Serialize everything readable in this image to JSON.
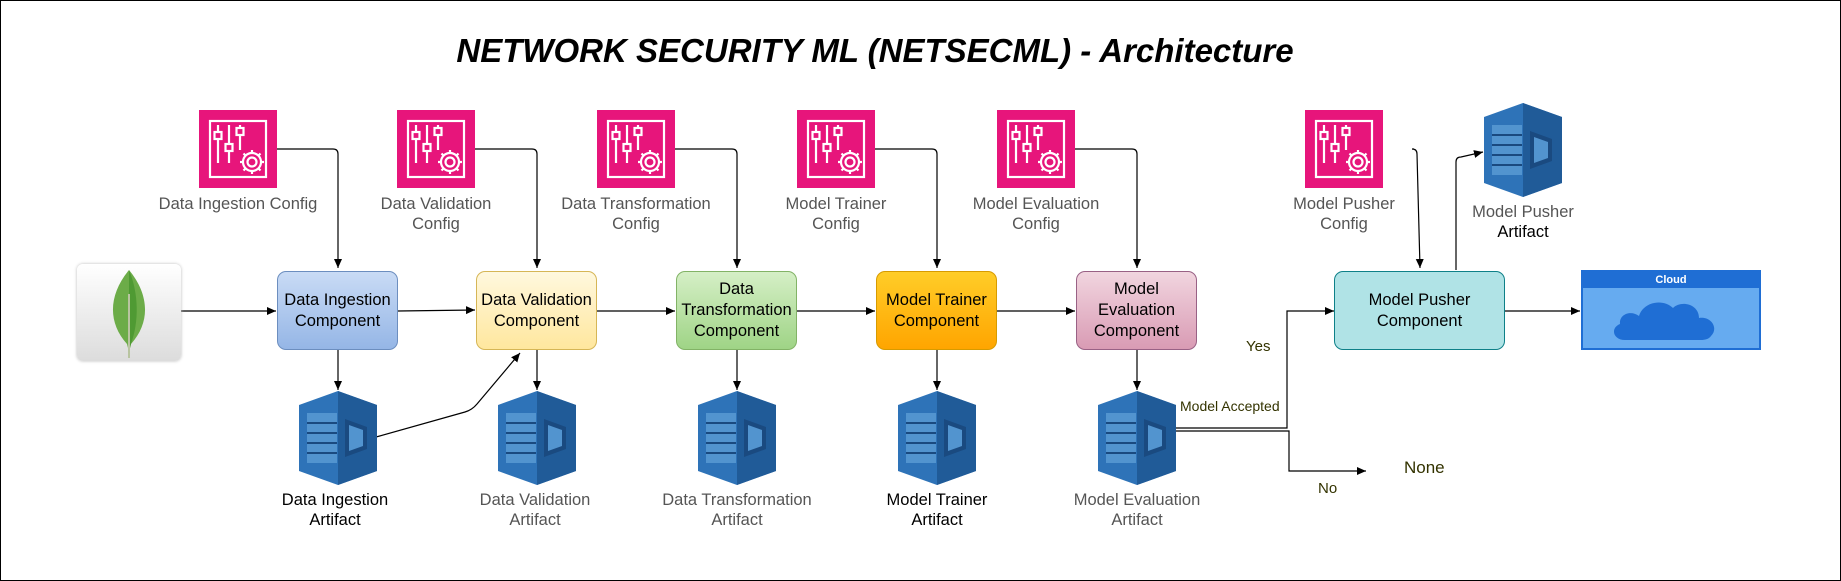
{
  "title": "NETWORK SECURITY ML (NETSECML) - Architecture",
  "configs": {
    "ingestion": "Data Ingestion Config",
    "validation": [
      "Data Validation",
      "Config"
    ],
    "transformation": [
      "Data Transformation",
      "Config"
    ],
    "trainer": [
      "Model Trainer",
      "Config"
    ],
    "evaluation": [
      "Model Evaluation",
      "Config"
    ],
    "pusher": [
      "Model Pusher",
      "Config"
    ]
  },
  "components": {
    "ingestion": [
      "Data Ingestion",
      "Component"
    ],
    "validation": [
      "Data Validation",
      "Component"
    ],
    "transformation": [
      "Data",
      "Transformation",
      "Component"
    ],
    "trainer": [
      "Model Trainer",
      "Component"
    ],
    "evaluation": [
      "Model",
      "Evaluation",
      "Component"
    ],
    "pusher": [
      "Model Pusher",
      "Component"
    ]
  },
  "artifacts": {
    "ingestion": [
      "Data Ingestion",
      "Artifact"
    ],
    "validation": [
      "Data Validation",
      "Artifact"
    ],
    "transformation": [
      "Data Transformation",
      "Artifact"
    ],
    "trainer": [
      "Model Trainer",
      "Artifact"
    ],
    "evaluation": [
      "Model Evaluation",
      "Artifact"
    ],
    "pusher": [
      "Model Pusher",
      "Artifact"
    ]
  },
  "edge_labels": {
    "model_accepted": "Model Accepted",
    "yes": "Yes",
    "no": "No",
    "none": "None"
  },
  "cloud_label": "Cloud",
  "icons": {
    "config": "config-sliders-gear-icon",
    "artifact": "storage-artifact-icon",
    "source": "mongodb-leaf-icon",
    "cloud": "cloud-icon"
  },
  "colors": {
    "config_bg": "#e7157b",
    "ingestion_component": "#a9c4eb",
    "validation_component": "#fff2cc",
    "transformation_component": "#b9e0a5",
    "trainer_component": "#ffb711",
    "evaluation_component": "#e6b9c9",
    "pusher_component": "#b0e3e6",
    "artifact": "#2e73b8",
    "cloud": "#66abf0"
  }
}
